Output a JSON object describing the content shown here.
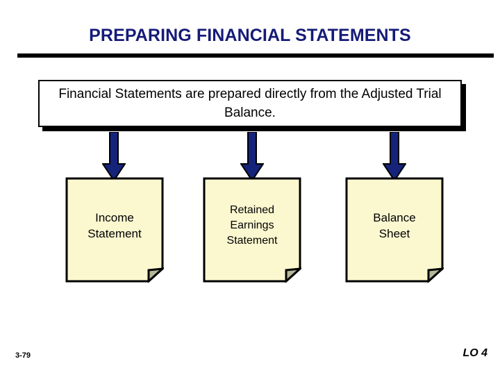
{
  "slide": {
    "title": "PREPARING FINANCIAL STATEMENTS",
    "title_color": "#151B77",
    "background_color": "#FFFFFF",
    "rule_color": "#000000"
  },
  "callout": {
    "text": "Financial Statements are prepared directly from the Adjusted Trial Balance.",
    "fill_color": "#FFFFFF",
    "border_color": "#000000",
    "shadow_color": "#000000",
    "text_color": "#000000"
  },
  "arrows": [
    {
      "name": "arrow-to-income-statement",
      "fill_color": "#15237A",
      "outline_color": "#000000"
    },
    {
      "name": "arrow-to-retained-earnings-statement",
      "fill_color": "#15237A",
      "outline_color": "#000000"
    },
    {
      "name": "arrow-to-balance-sheet",
      "fill_color": "#15237A",
      "outline_color": "#000000"
    }
  ],
  "documents": [
    {
      "name": "income-statement",
      "label": "Income\nStatement",
      "fill_color": "#FBF8D0",
      "border_color": "#000000",
      "fold_color": "#B5B59A"
    },
    {
      "name": "retained-earnings-statement",
      "label": "Retained\nEarnings\nStatement",
      "fill_color": "#FBF8D0",
      "border_color": "#000000",
      "fold_color": "#B5B59A"
    },
    {
      "name": "balance-sheet",
      "label": "Balance\nSheet",
      "fill_color": "#FBF8D0",
      "border_color": "#000000",
      "fold_color": "#B5B59A"
    }
  ],
  "footer": {
    "page_number": "3-79",
    "learning_objective": "LO 4"
  }
}
